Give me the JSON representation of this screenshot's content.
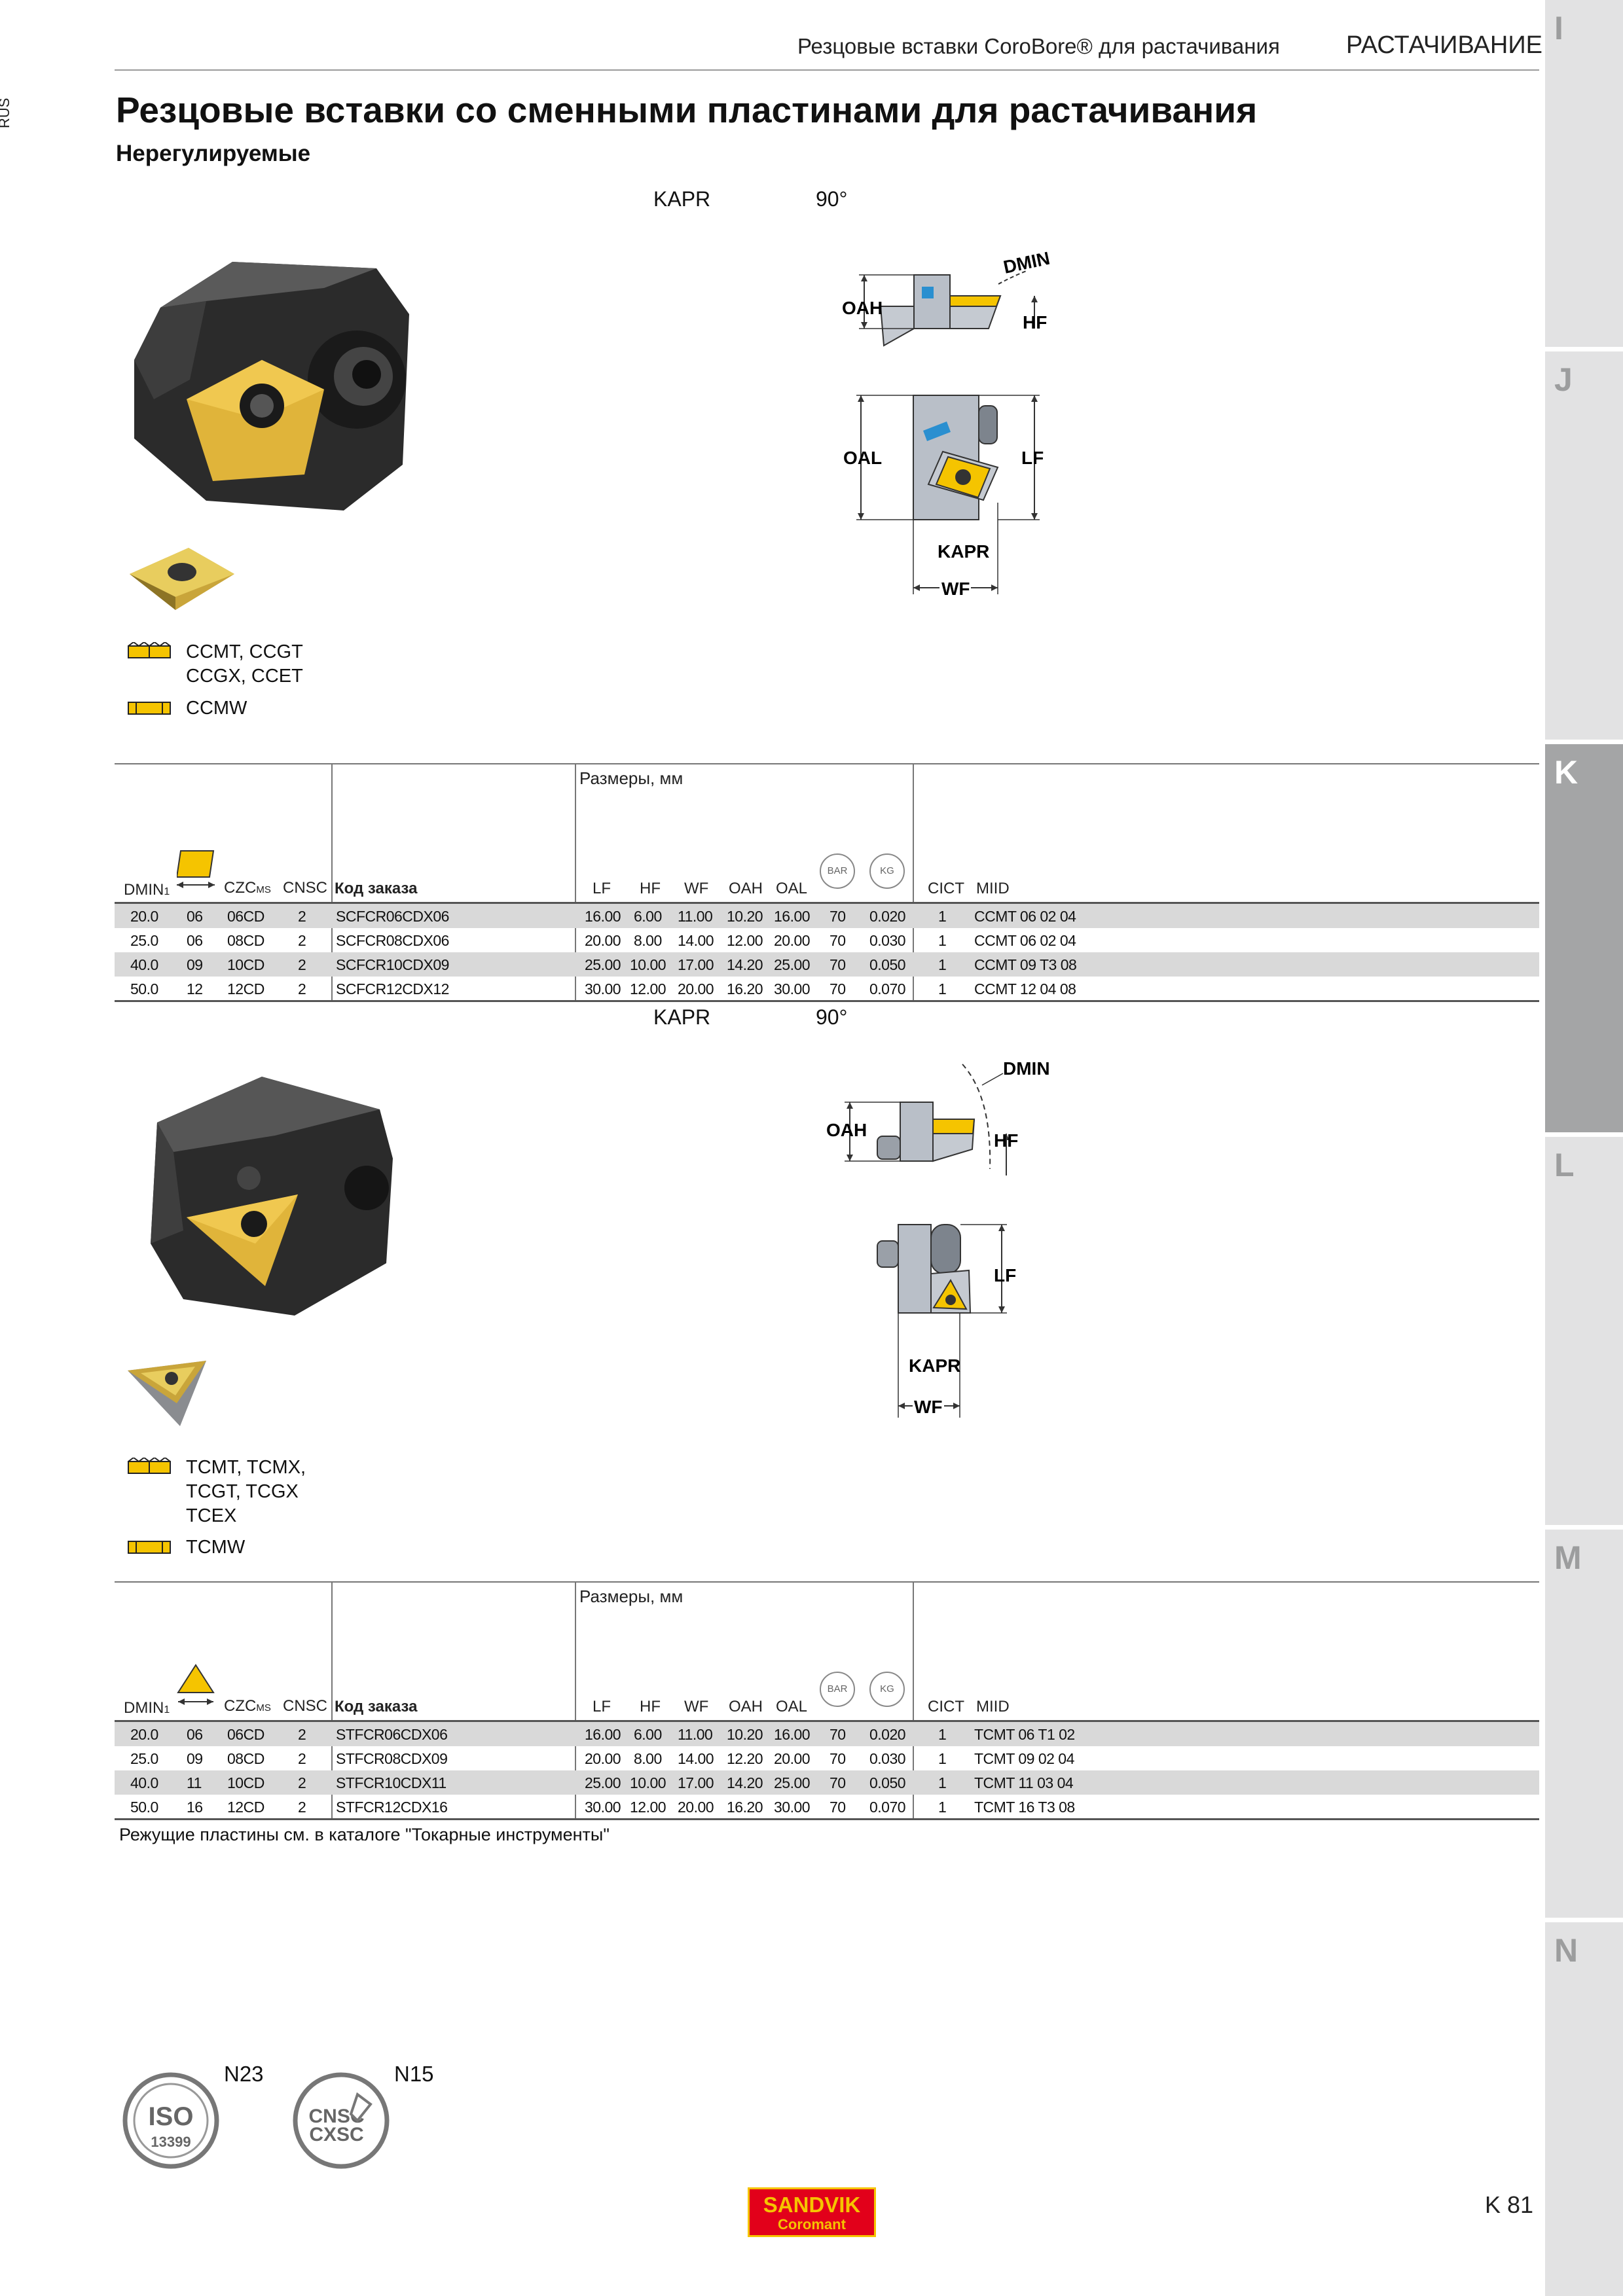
{
  "header": {
    "subtitle": "Резцовые вставки CoroBore® для растачивания",
    "section": "РАСТАЧИВАНИЕ",
    "side_label": "RUS"
  },
  "tabs": [
    "I",
    "J",
    "K",
    "L",
    "M",
    "N"
  ],
  "active_tab": "K",
  "page": {
    "title": "Резцовые вставки со сменными пластинами для растачивания",
    "subtitle": "Нерегулируемые",
    "footnote": "Режущие пластины см. в каталоге \"Токарные инструменты\"",
    "page_number": "K 81"
  },
  "section1": {
    "kapr_label": "KAPR",
    "kapr_value": "90°",
    "legend": [
      {
        "icon": "insert-positive-chipbreaker-icon",
        "lines": [
          "CCMT, CCGT",
          "CCGX, CCET"
        ]
      },
      {
        "icon": "insert-wiper-icon",
        "lines": [
          "CCMW"
        ]
      }
    ],
    "diagram_labels": {
      "dmin": "DMIN",
      "oah": "OAH",
      "hf": "HF",
      "oal": "OAL",
      "lf": "LF",
      "kapr": "KAPR",
      "wf": "WF"
    }
  },
  "section2": {
    "kapr_label": "KAPR",
    "kapr_value": "90°",
    "legend": [
      {
        "icon": "insert-positive-chipbreaker-icon",
        "lines": [
          "TCMT, TCMX,",
          "TCGT, TCGX",
          "TCEX"
        ]
      },
      {
        "icon": "insert-wiper-icon",
        "lines": [
          "TCMW"
        ]
      }
    ],
    "diagram_labels": {
      "dmin": "DMIN",
      "oah": "OAH",
      "hf": "HF",
      "lf": "LF",
      "kapr": "KAPR",
      "wf": "WF"
    }
  },
  "table_headers": {
    "dims_caption": "Размеры, мм",
    "dmin": "DMIN",
    "dmin_sub": "1",
    "czc": "CZC",
    "czc_sub": "MS",
    "cnsc": "CNSC",
    "order_code": "Код заказа",
    "lf": "LF",
    "hf": "HF",
    "wf": "WF",
    "oah": "OAH",
    "oal": "OAL",
    "bar": "BAR",
    "kg": "KG",
    "cict": "CICT",
    "miid": "MIID"
  },
  "table1": {
    "rows": [
      [
        "20.0",
        "06",
        "06CD",
        "2",
        "SCFCR06CDX06",
        "16.00",
        "6.00",
        "11.00",
        "10.20",
        "16.00",
        "70",
        "0.020",
        "1",
        "CCMT 06 02 04"
      ],
      [
        "25.0",
        "06",
        "08CD",
        "2",
        "SCFCR08CDX06",
        "20.00",
        "8.00",
        "14.00",
        "12.00",
        "20.00",
        "70",
        "0.030",
        "1",
        "CCMT 06 02 04"
      ],
      [
        "40.0",
        "09",
        "10CD",
        "2",
        "SCFCR10CDX09",
        "25.00",
        "10.00",
        "17.00",
        "14.20",
        "25.00",
        "70",
        "0.050",
        "1",
        "CCMT 09 T3 08"
      ],
      [
        "50.0",
        "12",
        "12CD",
        "2",
        "SCFCR12CDX12",
        "30.00",
        "12.00",
        "20.00",
        "16.20",
        "30.00",
        "70",
        "0.070",
        "1",
        "CCMT 12 04 08"
      ]
    ]
  },
  "table2": {
    "rows": [
      [
        "20.0",
        "06",
        "06CD",
        "2",
        "STFCR06CDX06",
        "16.00",
        "6.00",
        "11.00",
        "10.20",
        "16.00",
        "70",
        "0.020",
        "1",
        "TCMT 06 T1 02"
      ],
      [
        "25.0",
        "09",
        "08CD",
        "2",
        "STFCR08CDX09",
        "20.00",
        "8.00",
        "14.00",
        "12.20",
        "20.00",
        "70",
        "0.030",
        "1",
        "TCMT 09 02 04"
      ],
      [
        "40.0",
        "11",
        "10CD",
        "2",
        "STFCR10CDX11",
        "25.00",
        "10.00",
        "17.00",
        "14.20",
        "25.00",
        "70",
        "0.050",
        "1",
        "TCMT 11 03 04"
      ],
      [
        "50.0",
        "16",
        "12CD",
        "2",
        "STFCR12CDX16",
        "30.00",
        "12.00",
        "20.00",
        "16.20",
        "30.00",
        "70",
        "0.070",
        "1",
        "TCMT 16 T3 08"
      ]
    ]
  },
  "badges": [
    {
      "label": "N23",
      "text_top": "ISO",
      "text_bottom": "13399",
      "icon": "iso-13399-badge-icon"
    },
    {
      "label": "N15",
      "text_top": "CNSC",
      "text_bottom": "CXSC",
      "icon": "cnsc-cxsc-badge-icon"
    }
  ],
  "brand": {
    "name": "SANDVIK",
    "sub": "Coromant",
    "color": "#e2001a",
    "accent": "#f5c400"
  }
}
